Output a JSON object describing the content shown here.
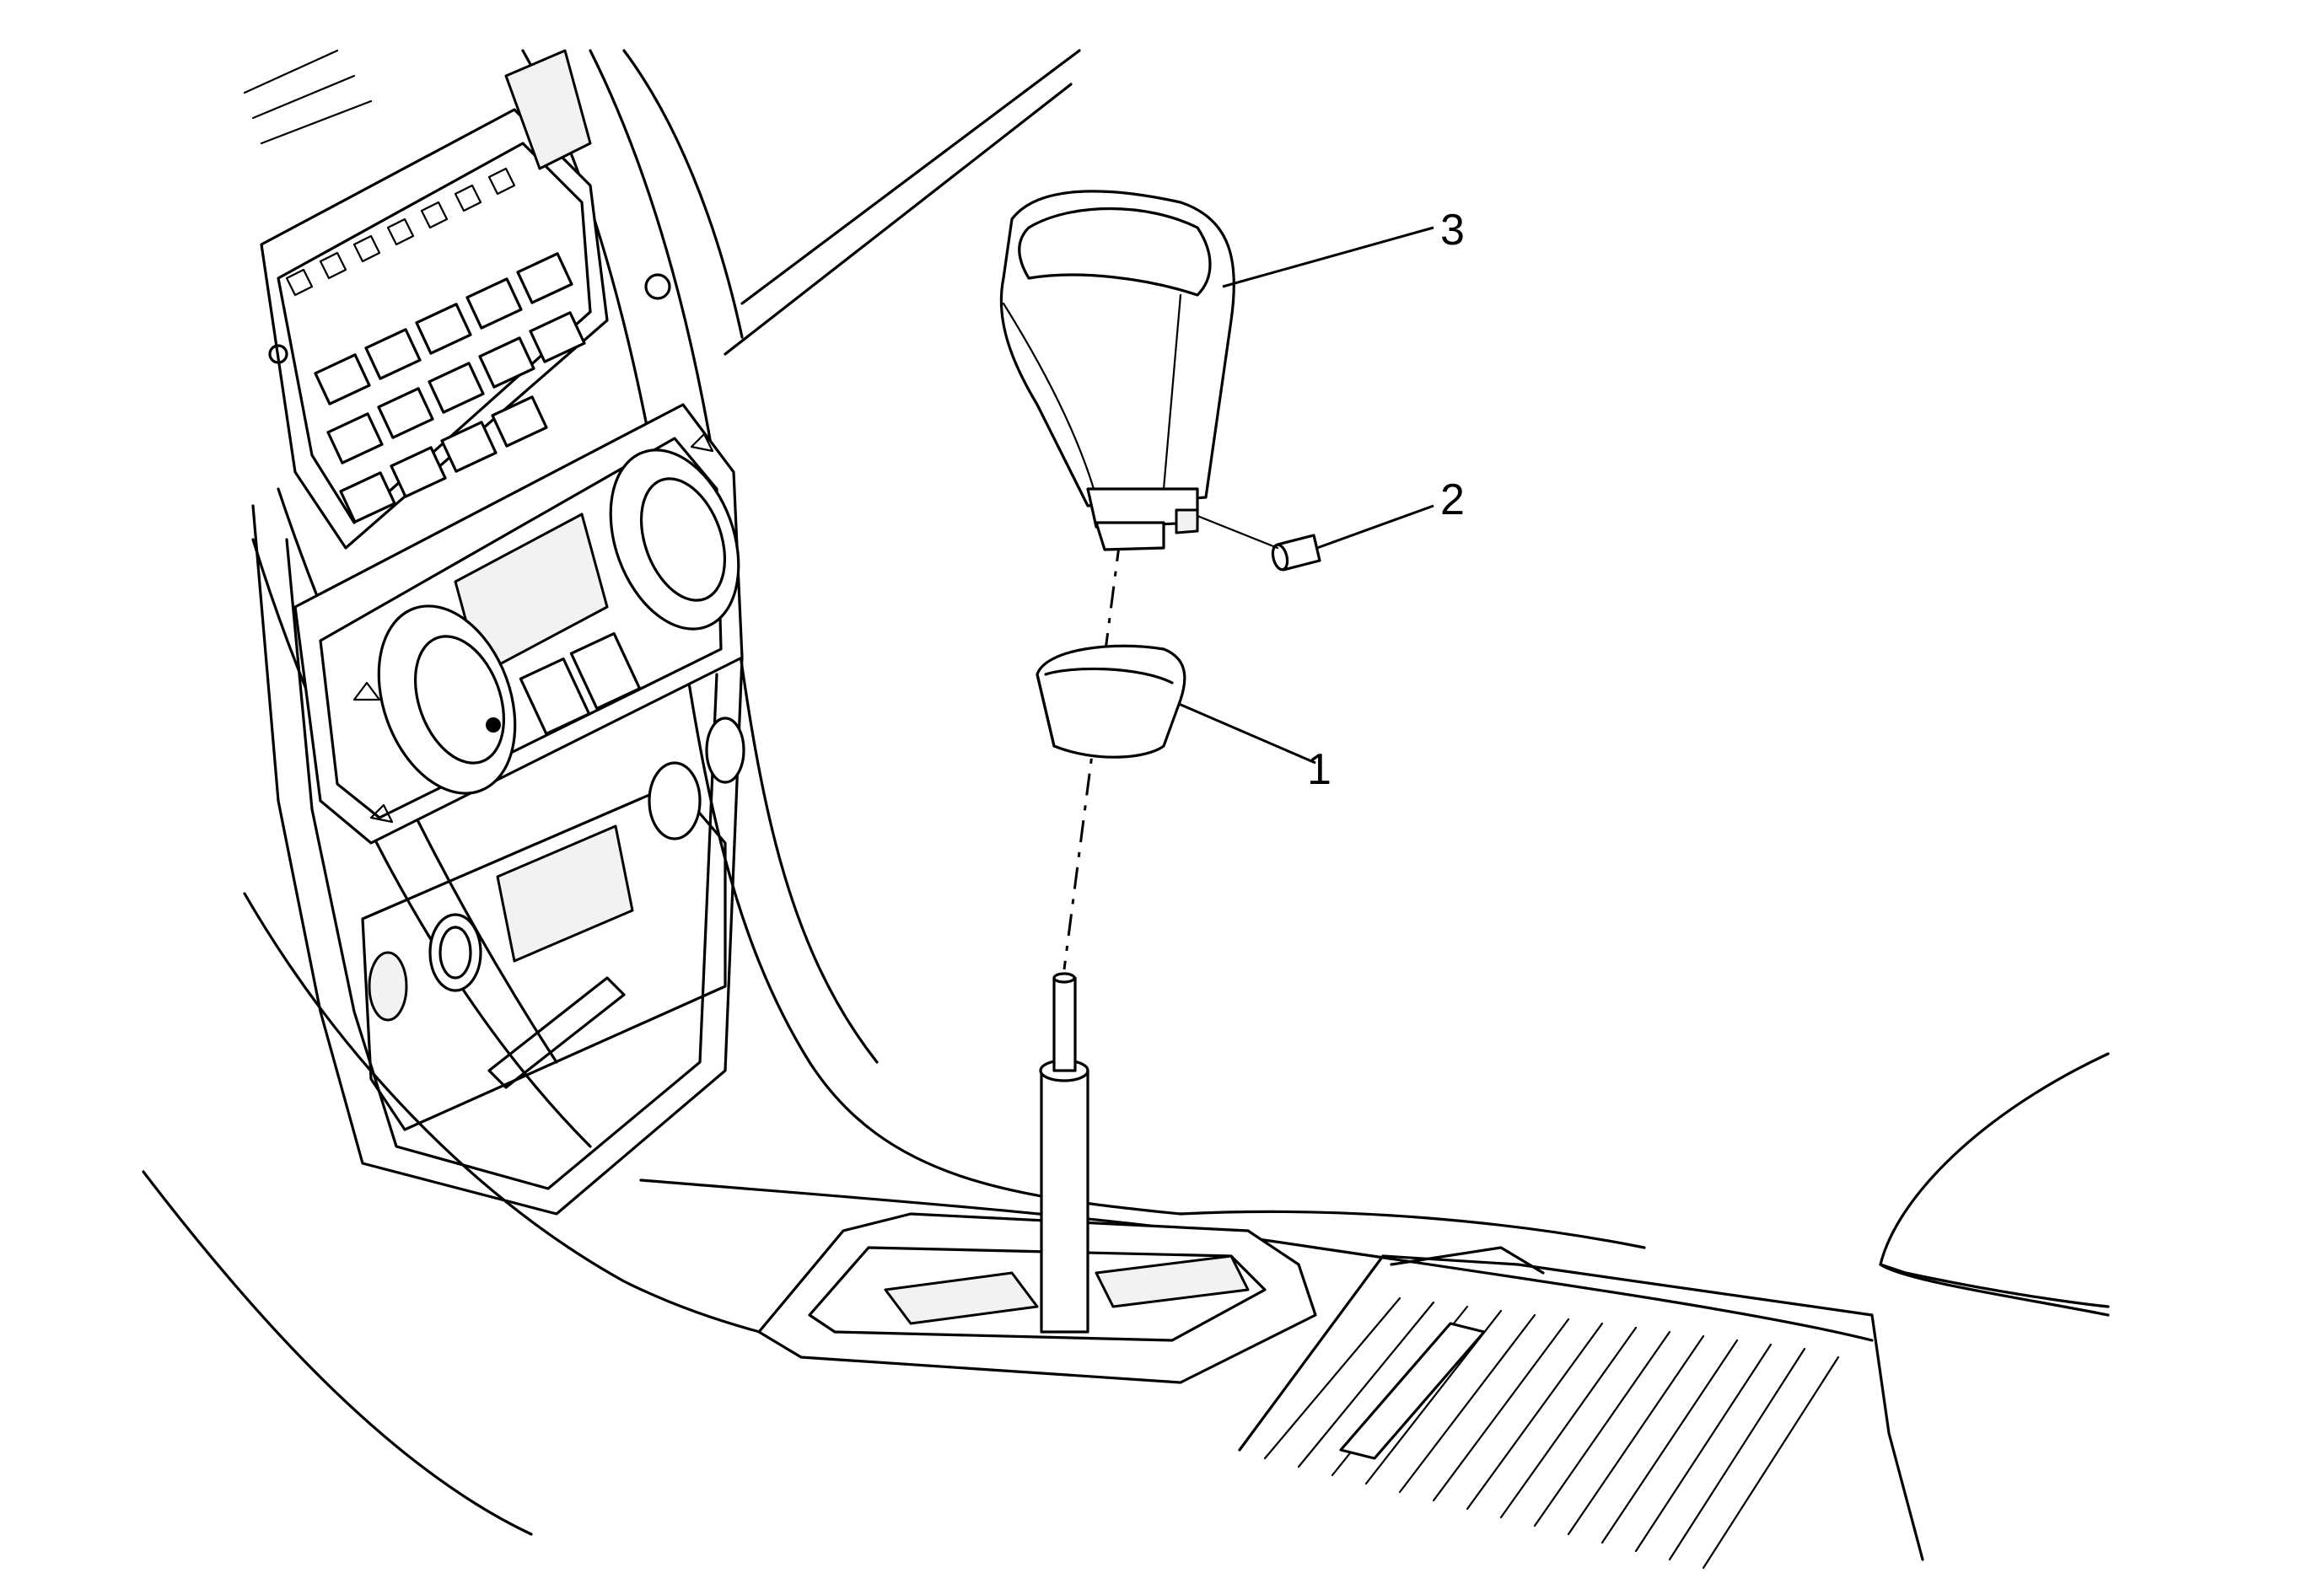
{
  "callouts": [
    {
      "id": "1",
      "label": "1"
    },
    {
      "id": "2",
      "label": "2"
    },
    {
      "id": "3",
      "label": "3"
    }
  ],
  "icons": [
    "shift-knob-icon",
    "boot-retainer-icon",
    "set-screw-icon",
    "shift-lever-icon",
    "center-console-icon",
    "radio-panel-icon",
    "climate-control-icon"
  ],
  "colors": {
    "line": "#000000",
    "background": "#ffffff"
  }
}
